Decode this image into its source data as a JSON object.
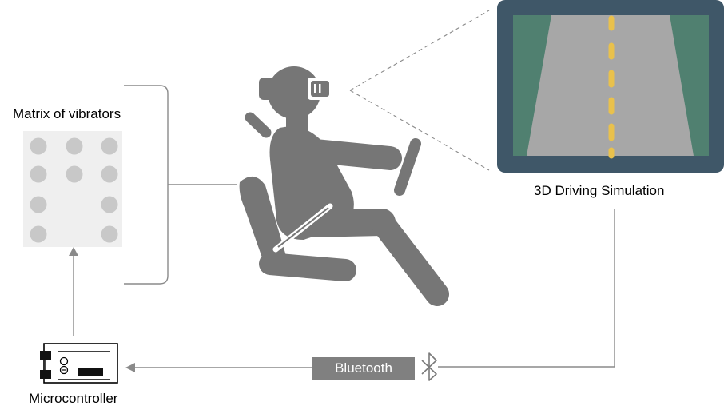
{
  "labels": {
    "matrix": "Matrix of vibrators",
    "simulation": "3D Driving Simulation",
    "bluetooth": "Bluetooth",
    "microcontroller": "Microcontroller"
  },
  "colors": {
    "figure_gray": "#767676",
    "monitor_frame": "#3f5768",
    "grass": "#508070",
    "road": "#a7a7a7",
    "lane_dash": "#e9c14c",
    "matrix_panel": "#efefef",
    "vibrator_dot": "#c8c8c8",
    "connector": "#8a8a8a"
  },
  "icons": {
    "driver": "vr-driver-icon",
    "bluetooth": "bluetooth-icon",
    "board": "microcontroller-board-icon"
  }
}
